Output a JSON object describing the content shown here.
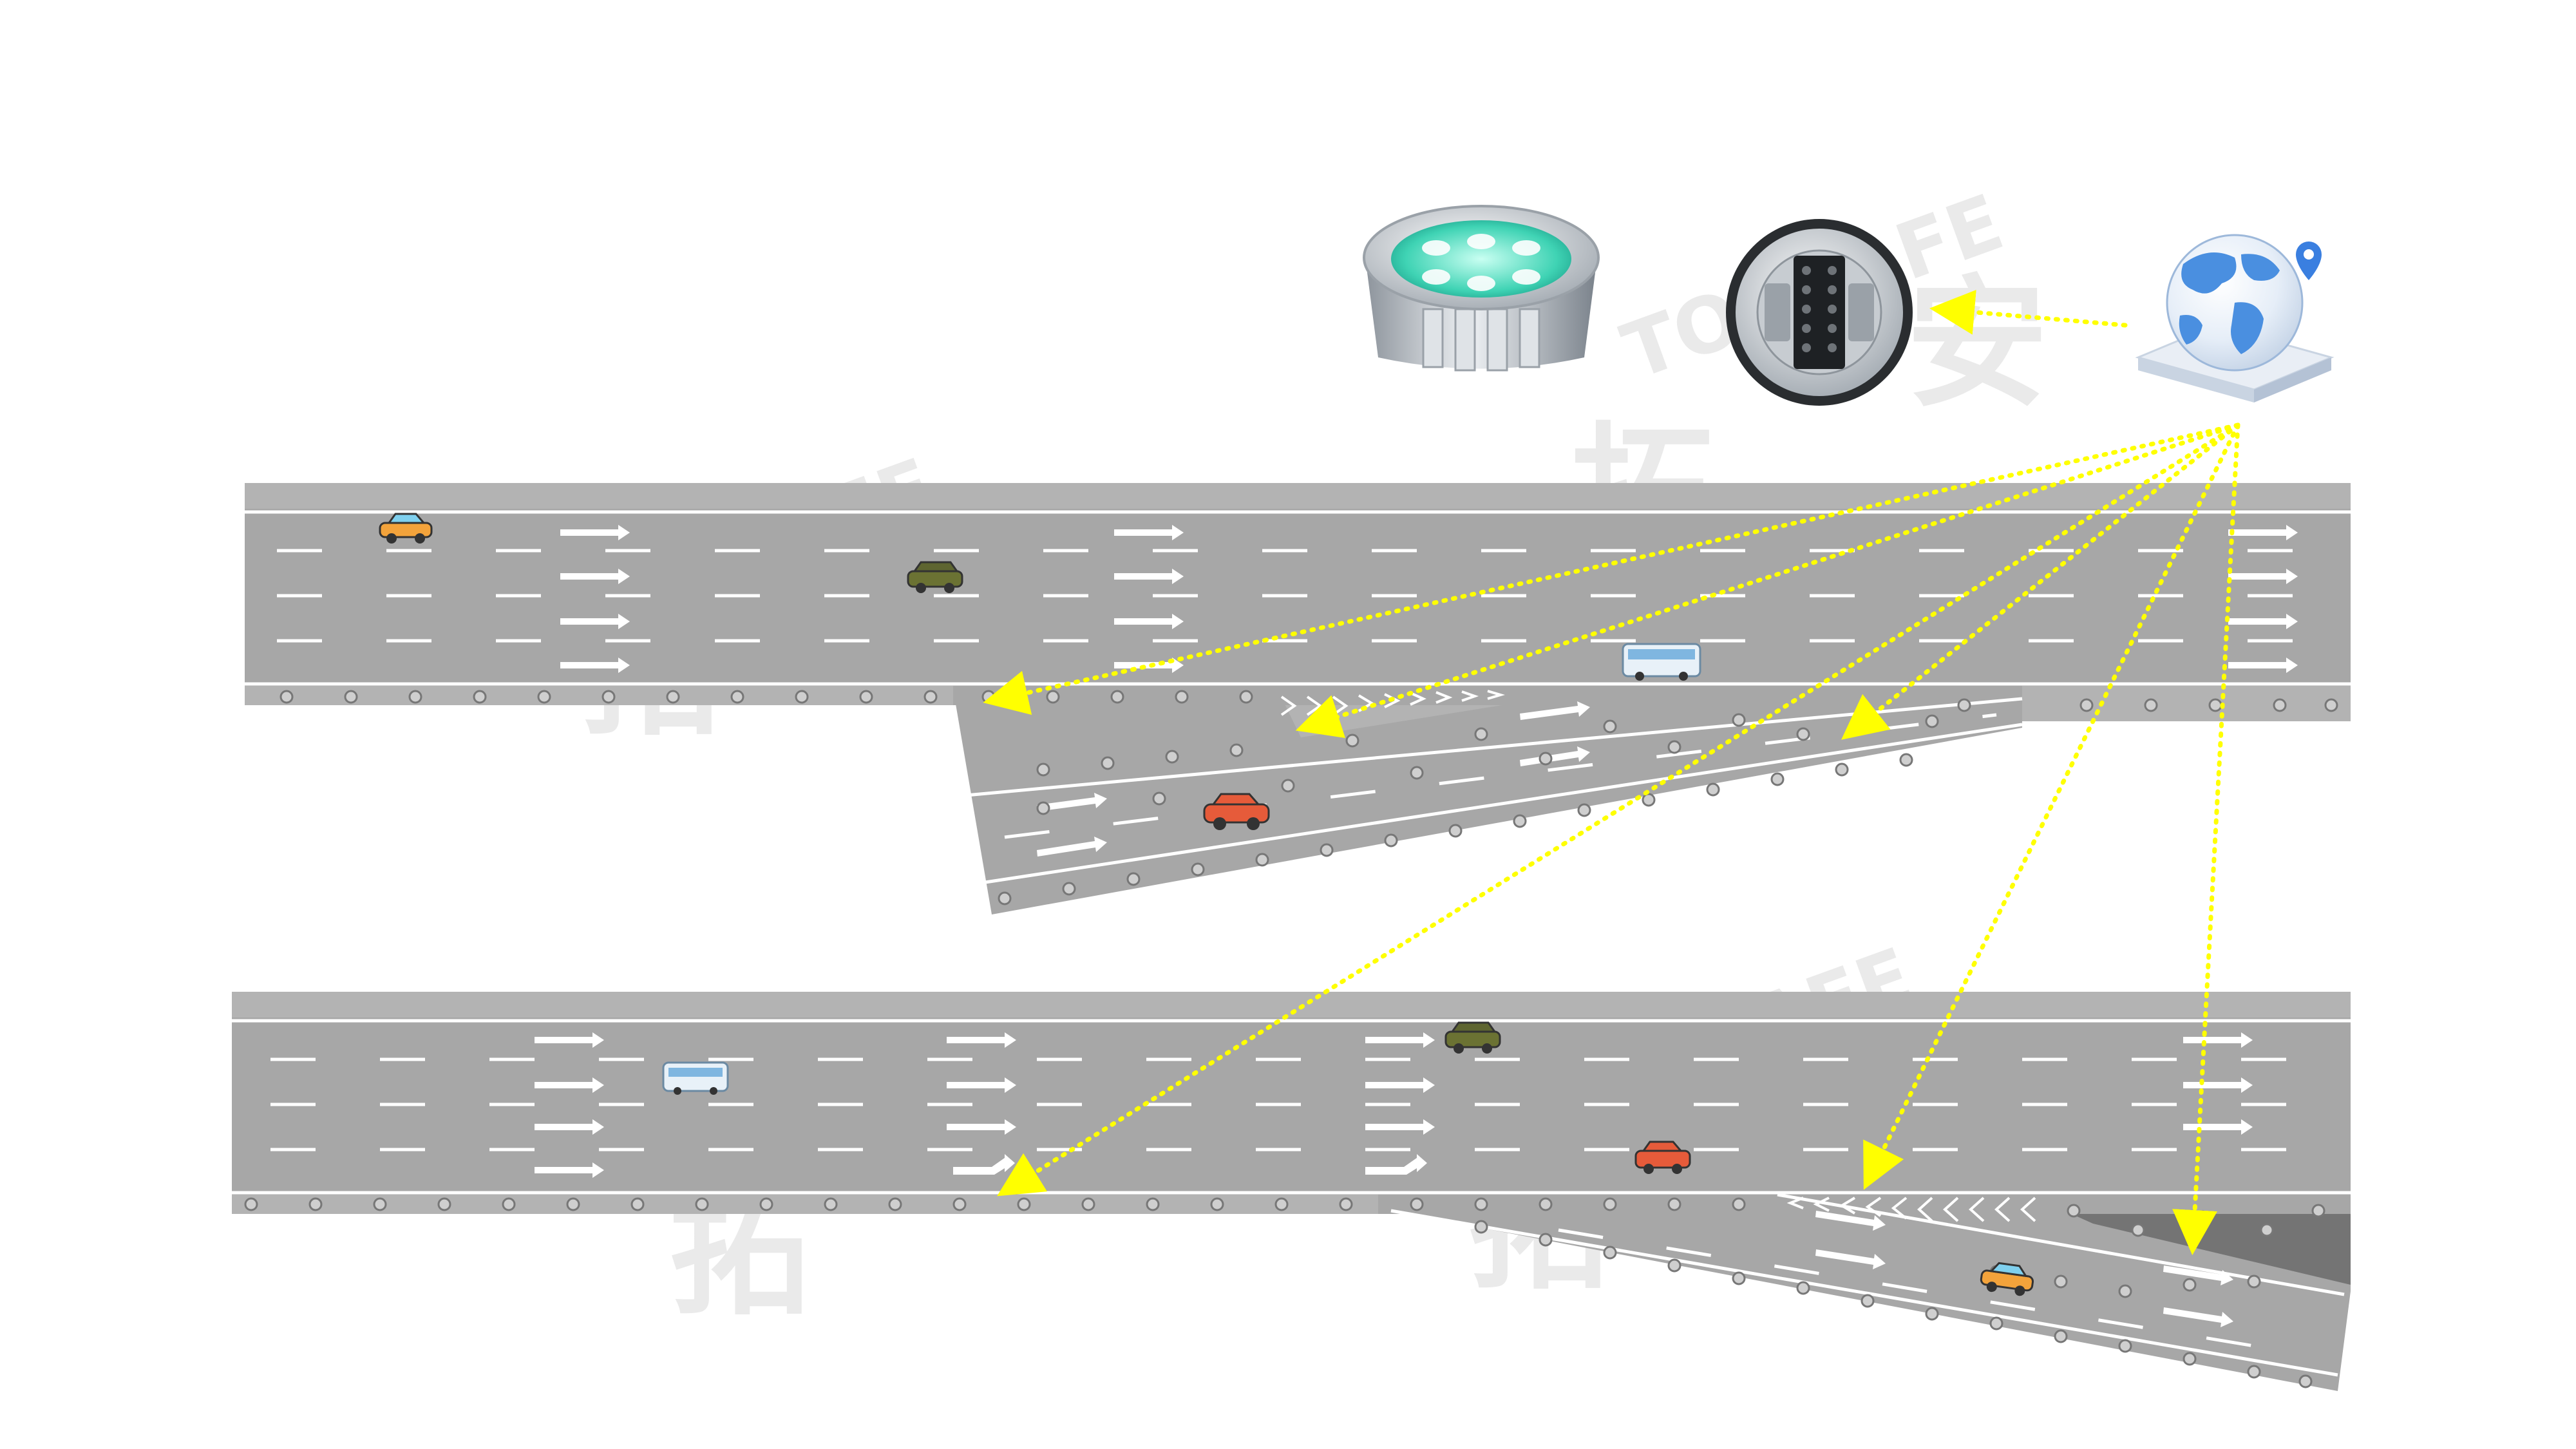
{
  "diagram": {
    "watermark": {
      "brand_latin": "TOPSAFE",
      "brand_cjk_top": "安",
      "brand_cjk_bottom": "拓"
    },
    "colors": {
      "road": "#a7a7a7",
      "road_shoulder": "#b3b3b3",
      "lane_mark": "#ffffff",
      "edge_dot": "#9a9a9a",
      "signal_line": "#ffff00",
      "ramp_dark": "#747474",
      "watermark": "#d9d9d9"
    },
    "icons": {
      "solar_stud": "solar-road-stud-icon",
      "stud_top": "road-stud-top-view-icon",
      "controller": "wireless-controller-globe-icon",
      "car": "car-icon",
      "bus": "bus-icon"
    }
  }
}
